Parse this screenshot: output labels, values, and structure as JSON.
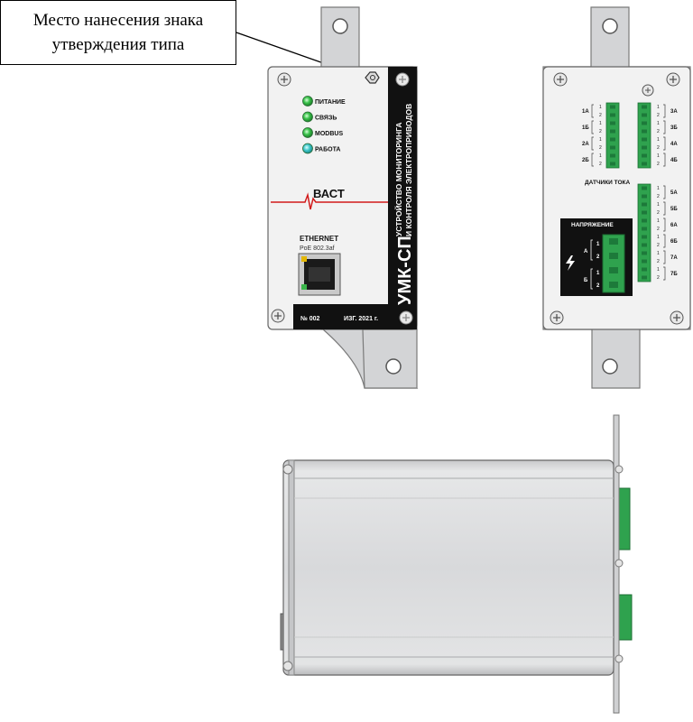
{
  "callout": {
    "line1": "Место нанесения знака",
    "line2": "утверждения типа"
  },
  "front_panel": {
    "indicators": [
      {
        "label": "ПИТАНИЕ",
        "color": "#39c24a"
      },
      {
        "label": "СВЯЗЬ",
        "color": "#39c24a"
      },
      {
        "label": "MODBUS",
        "color": "#39c24a"
      },
      {
        "label": "РАБОТА",
        "color": "#3fc7c9"
      }
    ],
    "brand": "ВАСТ",
    "ethernet_label": "ETHERNET",
    "ethernet_sub": "PoE 802.3af",
    "serial": "№ 002",
    "manufactured": "ИЗГ. 2021 г.",
    "model": "УМК-СП",
    "description_line1": "УСТРОЙСТВО МОНИТОРИНГА",
    "description_line2": "И КОНТРОЛЯ ЭЛЕКТРОПРИВОДОВ"
  },
  "rear_panel": {
    "left_connectors": [
      "1А",
      "1Б",
      "2А",
      "2Б"
    ],
    "right_connectors": [
      "3А",
      "3Б",
      "4А",
      "4Б",
      "5А",
      "5Б",
      "6А",
      "6Б",
      "7А",
      "7Б"
    ],
    "sensors_label": "ДАТЧИКИ ТОКА",
    "voltage_label": "НАПРЯЖЕНИЕ",
    "voltage_channels": [
      "А",
      "Б"
    ],
    "pin_labels": [
      "1",
      "2"
    ]
  },
  "colors": {
    "plate": "#d9d9d9",
    "panel_white": "#f4f4f4",
    "stripe": "#111111",
    "terminal_green": "#2fa24e",
    "signal_red": "#d11a1a"
  }
}
